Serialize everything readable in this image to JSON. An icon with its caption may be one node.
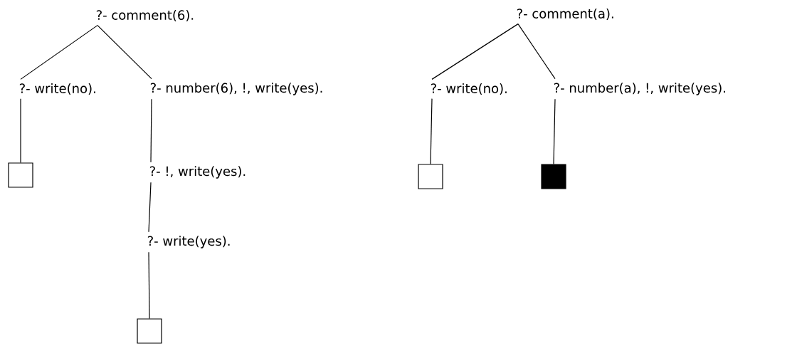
{
  "diagram": {
    "nodes": [
      {
        "text": [
          "?- comment(6)."
        ]
      },
      {
        "text": [
          "?- write(no)."
        ]
      },
      {
        "text": [
          "?- number(6), !, write(yes)."
        ]
      },
      {
        "text": [],
        "shape": "box"
      },
      {
        "text": [
          "?- !, write(yes)."
        ]
      },
      {
        "text": [
          "?- write(yes)."
        ]
      },
      {
        "text": [],
        "shape": "box"
      },
      {
        "text": [
          "?- comment(a)."
        ]
      },
      {
        "text": [
          "?- write(no)."
        ]
      },
      {
        "text": [
          "?- number(a), !, write(yes)."
        ]
      },
      {
        "text": [],
        "shape": "box"
      },
      {
        "text": [],
        "shape": "block"
      }
    ],
    "edges": [
      {
        "from": 0,
        "to": 1,
        "arrow": "none"
      },
      {
        "from": 0,
        "to": 2,
        "arrow": "none"
      },
      {
        "from": 1,
        "to": 3,
        "arrow": "none"
      },
      {
        "from": 2,
        "to": 4,
        "arrow": "none"
      },
      {
        "from": 4,
        "to": 5,
        "arrow": "none"
      },
      {
        "from": 5,
        "to": 6,
        "arrow": "none"
      },
      {
        "from": 7,
        "to": 8,
        "arrow": "none"
      },
      {
        "from": 7,
        "to": 9,
        "arrow": "none"
      },
      {
        "from": 8,
        "to": 10,
        "arrow": "none"
      },
      {
        "from": 9,
        "to": 11,
        "arrow": "none"
      }
    ]
  }
}
